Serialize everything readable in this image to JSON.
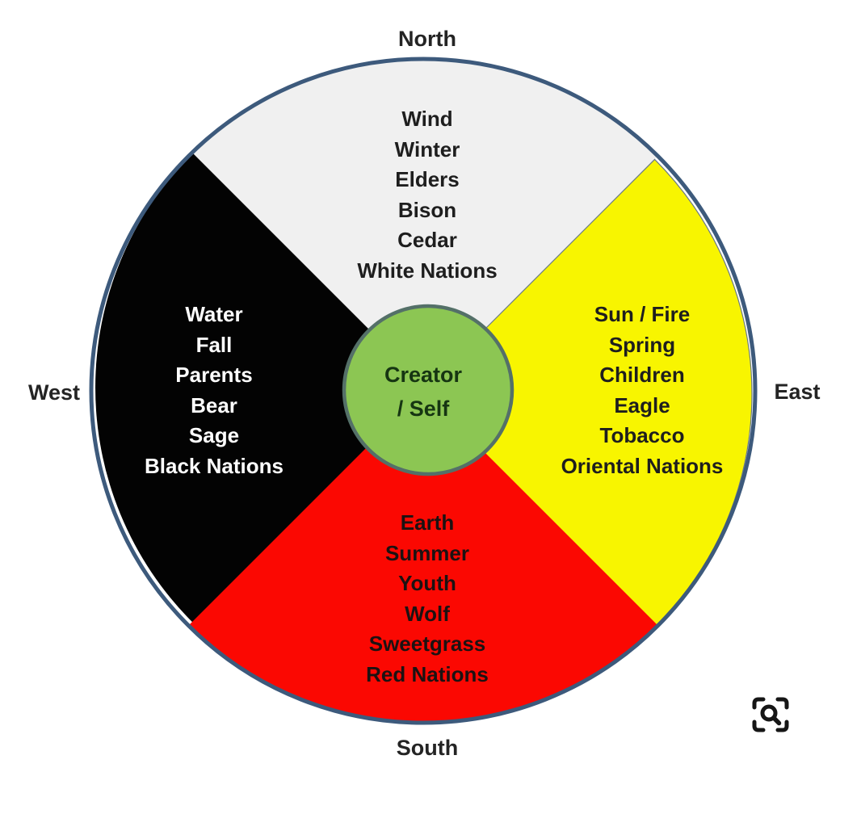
{
  "diagram": {
    "type": "medicine-wheel",
    "center": {
      "line1": "Creator",
      "line2": "/ Self"
    },
    "directions": {
      "north": "North",
      "east": "East",
      "south": "South",
      "west": "West"
    },
    "quadrants": {
      "north": {
        "direction": "North",
        "items": [
          "Wind",
          "Winter",
          "Elders",
          "Bison",
          "Cedar",
          "White Nations"
        ]
      },
      "east": {
        "direction": "East",
        "items": [
          "Sun / Fire",
          "Spring",
          "Children",
          "Eagle",
          "Tobacco",
          "Oriental Nations"
        ]
      },
      "south": {
        "direction": "South",
        "items": [
          "Earth",
          "Summer",
          "Youth",
          "Wolf",
          "Sweetgrass",
          "Red Nations"
        ]
      },
      "west": {
        "direction": "West",
        "items": [
          "Water",
          "Fall",
          "Parents",
          "Bear",
          "Sage",
          "Black Nations"
        ]
      }
    }
  },
  "colors": {
    "rim": "#3d5a7c",
    "north_fill": "#f0f0f0",
    "east_fill": "#f8f500",
    "south_fill": "#fb0802",
    "west_fill": "#030303",
    "center_fill": "#8cc653",
    "center_stroke": "#547068",
    "icon_ink": "#161616"
  },
  "icons": {
    "lens": "image-search-lens-icon"
  }
}
